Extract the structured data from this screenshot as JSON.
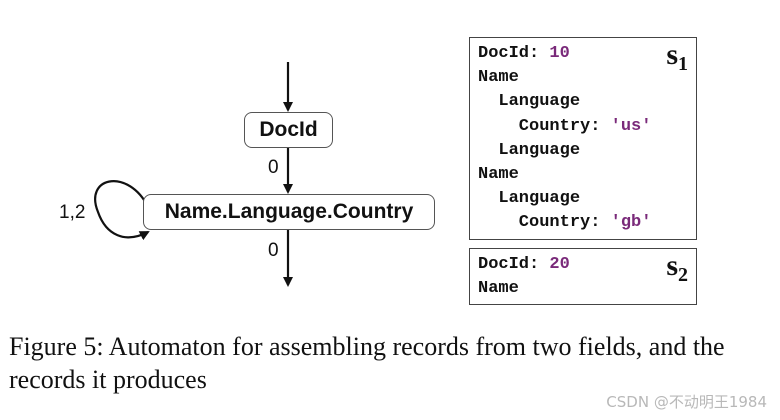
{
  "automaton": {
    "states": [
      {
        "id": "docid",
        "label": "DocId"
      },
      {
        "id": "nlc",
        "label": "Name.Language.Country"
      }
    ],
    "edges": [
      {
        "from": "start",
        "to": "docid",
        "label": ""
      },
      {
        "from": "docid",
        "to": "nlc",
        "label": "0"
      },
      {
        "from": "nlc",
        "to": "nlc",
        "label": "1,2"
      },
      {
        "from": "nlc",
        "to": "end",
        "label": "0"
      }
    ]
  },
  "records": {
    "s1": {
      "label_main": "s",
      "label_sub": "1",
      "lines": [
        {
          "indent": "",
          "key": "DocId:",
          "value": "10"
        },
        {
          "indent": "",
          "key": "Name",
          "value": ""
        },
        {
          "indent": "  ",
          "key": "Language",
          "value": ""
        },
        {
          "indent": "    ",
          "key": "Country:",
          "value": "'us'"
        },
        {
          "indent": "  ",
          "key": "Language",
          "value": ""
        },
        {
          "indent": "",
          "key": "Name",
          "value": ""
        },
        {
          "indent": "  ",
          "key": "Language",
          "value": ""
        },
        {
          "indent": "    ",
          "key": "Country:",
          "value": "'gb'"
        }
      ]
    },
    "s2": {
      "label_main": "s",
      "label_sub": "2",
      "lines": [
        {
          "indent": "",
          "key": "DocId:",
          "value": "20"
        },
        {
          "indent": "",
          "key": "Name",
          "value": ""
        }
      ]
    }
  },
  "caption": {
    "text": "Figure 5: Automaton for assembling records from two fields, and the records it produces"
  },
  "watermark": {
    "text": "CSDN @不动明王1984"
  },
  "colors": {
    "value_text": "#7a2a7a",
    "state_border": "#555555"
  }
}
